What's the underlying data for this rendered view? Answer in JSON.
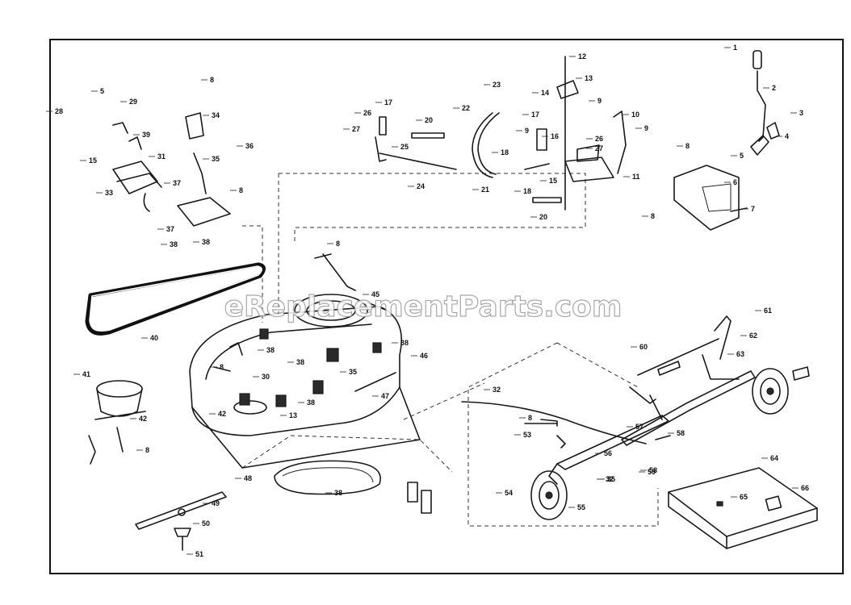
{
  "watermark": {
    "text": "eReplacementParts.com"
  },
  "callouts": [
    {
      "id": "c-1",
      "label": "1"
    },
    {
      "id": "c-2",
      "label": "2"
    },
    {
      "id": "c-3",
      "label": "3"
    },
    {
      "id": "c-4",
      "label": "4"
    },
    {
      "id": "c-5a",
      "label": "5"
    },
    {
      "id": "c-5b",
      "label": "5"
    },
    {
      "id": "c-6",
      "label": "6"
    },
    {
      "id": "c-7",
      "label": "7"
    },
    {
      "id": "c-8a",
      "label": "8"
    },
    {
      "id": "c-8b",
      "label": "8"
    },
    {
      "id": "c-8c",
      "label": "8"
    },
    {
      "id": "c-8d",
      "label": "8"
    },
    {
      "id": "c-8e",
      "label": "8"
    },
    {
      "id": "c-8f",
      "label": "8"
    },
    {
      "id": "c-8g",
      "label": "8"
    },
    {
      "id": "c-8h",
      "label": "8"
    },
    {
      "id": "c-9a",
      "label": "9"
    },
    {
      "id": "c-9b",
      "label": "9"
    },
    {
      "id": "c-9c",
      "label": "9"
    },
    {
      "id": "c-10",
      "label": "10"
    },
    {
      "id": "c-11",
      "label": "11"
    },
    {
      "id": "c-12",
      "label": "12"
    },
    {
      "id": "c-13a",
      "label": "13"
    },
    {
      "id": "c-13b",
      "label": "13"
    },
    {
      "id": "c-14",
      "label": "14"
    },
    {
      "id": "c-15a",
      "label": "15"
    },
    {
      "id": "c-15b",
      "label": "15"
    },
    {
      "id": "c-16",
      "label": "16"
    },
    {
      "id": "c-17a",
      "label": "17"
    },
    {
      "id": "c-17b",
      "label": "17"
    },
    {
      "id": "c-18a",
      "label": "18"
    },
    {
      "id": "c-18b",
      "label": "18"
    },
    {
      "id": "c-20a",
      "label": "20"
    },
    {
      "id": "c-20b",
      "label": "20"
    },
    {
      "id": "c-21",
      "label": "21"
    },
    {
      "id": "c-22",
      "label": "22"
    },
    {
      "id": "c-23",
      "label": "23"
    },
    {
      "id": "c-24",
      "label": "24"
    },
    {
      "id": "c-25",
      "label": "25"
    },
    {
      "id": "c-26a",
      "label": "26"
    },
    {
      "id": "c-26b",
      "label": "26"
    },
    {
      "id": "c-27a",
      "label": "27"
    },
    {
      "id": "c-27b",
      "label": "27"
    },
    {
      "id": "c-28",
      "label": "28"
    },
    {
      "id": "c-29",
      "label": "29"
    },
    {
      "id": "c-30",
      "label": "30"
    },
    {
      "id": "c-31",
      "label": "31"
    },
    {
      "id": "c-32a",
      "label": "32"
    },
    {
      "id": "c-32b",
      "label": "32"
    },
    {
      "id": "c-33",
      "label": "33"
    },
    {
      "id": "c-34",
      "label": "34"
    },
    {
      "id": "c-35a",
      "label": "35"
    },
    {
      "id": "c-35b",
      "label": "35"
    },
    {
      "id": "c-35c",
      "label": "35"
    },
    {
      "id": "c-36",
      "label": "36"
    },
    {
      "id": "c-37a",
      "label": "37"
    },
    {
      "id": "c-37b",
      "label": "37"
    },
    {
      "id": "c-38a",
      "label": "38"
    },
    {
      "id": "c-38b",
      "label": "38"
    },
    {
      "id": "c-38c",
      "label": "38"
    },
    {
      "id": "c-38d",
      "label": "38"
    },
    {
      "id": "c-38e",
      "label": "38"
    },
    {
      "id": "c-38f",
      "label": "38"
    },
    {
      "id": "c-38g",
      "label": "38"
    },
    {
      "id": "c-39",
      "label": "39"
    },
    {
      "id": "c-40",
      "label": "40"
    },
    {
      "id": "c-41",
      "label": "41"
    },
    {
      "id": "c-42a",
      "label": "42"
    },
    {
      "id": "c-42b",
      "label": "42"
    },
    {
      "id": "c-45",
      "label": "45"
    },
    {
      "id": "c-46",
      "label": "46"
    },
    {
      "id": "c-47",
      "label": "47"
    },
    {
      "id": "c-48",
      "label": "48"
    },
    {
      "id": "c-49",
      "label": "49"
    },
    {
      "id": "c-50",
      "label": "50"
    },
    {
      "id": "c-51",
      "label": "51"
    },
    {
      "id": "c-53",
      "label": "53"
    },
    {
      "id": "c-54",
      "label": "54"
    },
    {
      "id": "c-55",
      "label": "55"
    },
    {
      "id": "c-56",
      "label": "56"
    },
    {
      "id": "c-57",
      "label": "57"
    },
    {
      "id": "c-58a",
      "label": "58"
    },
    {
      "id": "c-58b",
      "label": "58"
    },
    {
      "id": "c-59",
      "label": "59"
    },
    {
      "id": "c-60",
      "label": "60"
    },
    {
      "id": "c-61",
      "label": "61"
    },
    {
      "id": "c-62",
      "label": "62"
    },
    {
      "id": "c-63",
      "label": "63"
    },
    {
      "id": "c-64",
      "label": "64"
    },
    {
      "id": "c-65",
      "label": "65"
    },
    {
      "id": "c-66",
      "label": "66"
    }
  ]
}
